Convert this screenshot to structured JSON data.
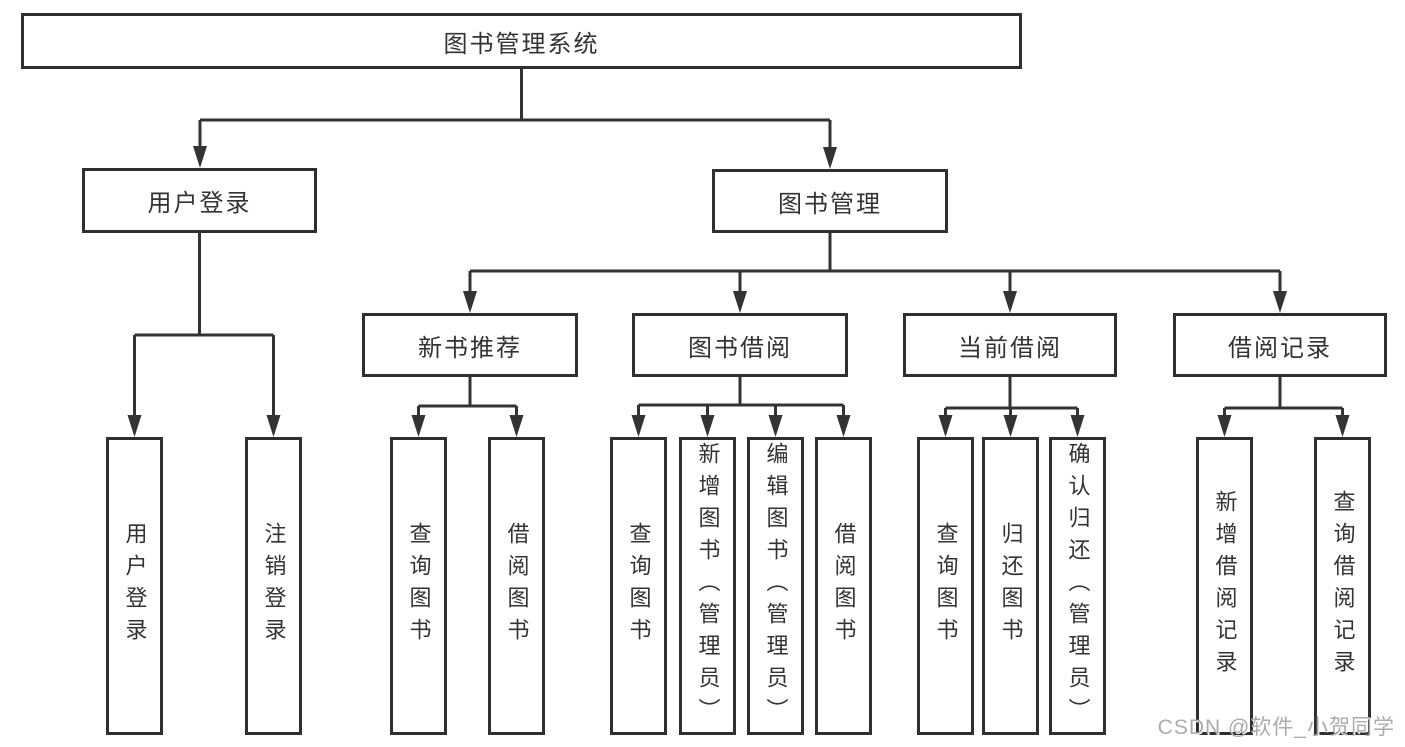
{
  "colors": {
    "line": "#333333",
    "box_border": "#2f2f2f",
    "text": "#333333",
    "watermark": "#ababab",
    "background": "#ffffff"
  },
  "nodes": {
    "root": "图书管理系统",
    "user_login": "用户登录",
    "book_management": "图书管理",
    "new_book_recommend": "新书推荐",
    "book_borrowing": "图书借阅",
    "current_borrowing": "当前借阅",
    "borrowing_records": "借阅记录",
    "leaf_user_login": "用户登录",
    "leaf_logout": "注销登录",
    "leaf_query_books_recommend": "查询图书",
    "leaf_borrow_books_recommend": "借阅图书",
    "leaf_query_books_borrow": "查询图书",
    "leaf_add_books_admin": "新增图书（管理员）",
    "leaf_edit_books_admin": "编辑图书（管理员）",
    "leaf_borrow_books_borrow": "借阅图书",
    "leaf_query_books_current": "查询图书",
    "leaf_return_books": "归还图书",
    "leaf_confirm_return_admin": "确认归还（管理员）",
    "leaf_add_borrow_record": "新增借阅记录",
    "leaf_query_borrow_record": "查询借阅记录"
  },
  "watermark": "CSDN @软件_小贺同学"
}
